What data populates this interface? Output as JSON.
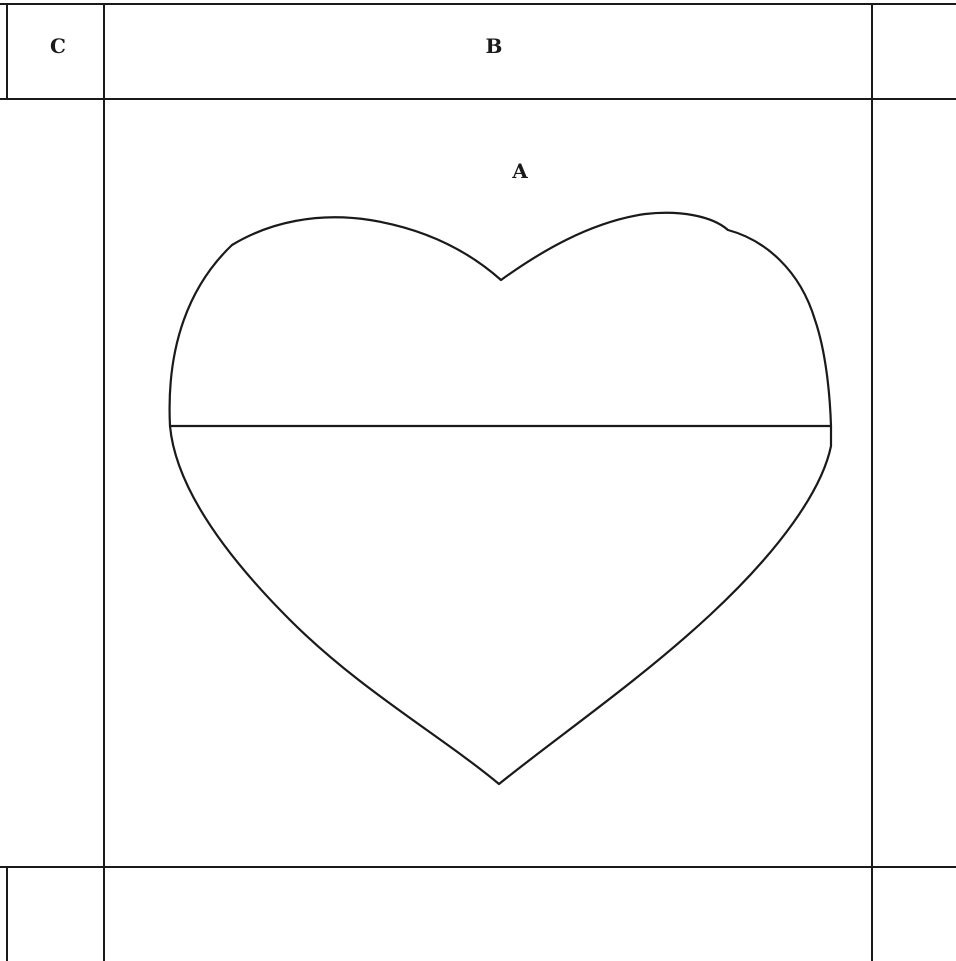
{
  "labels": {
    "cell_a": "A",
    "cell_b": "B",
    "cell_c": "C"
  },
  "colors": {
    "stroke": "#1a1a1a",
    "background": "#ffffff"
  }
}
